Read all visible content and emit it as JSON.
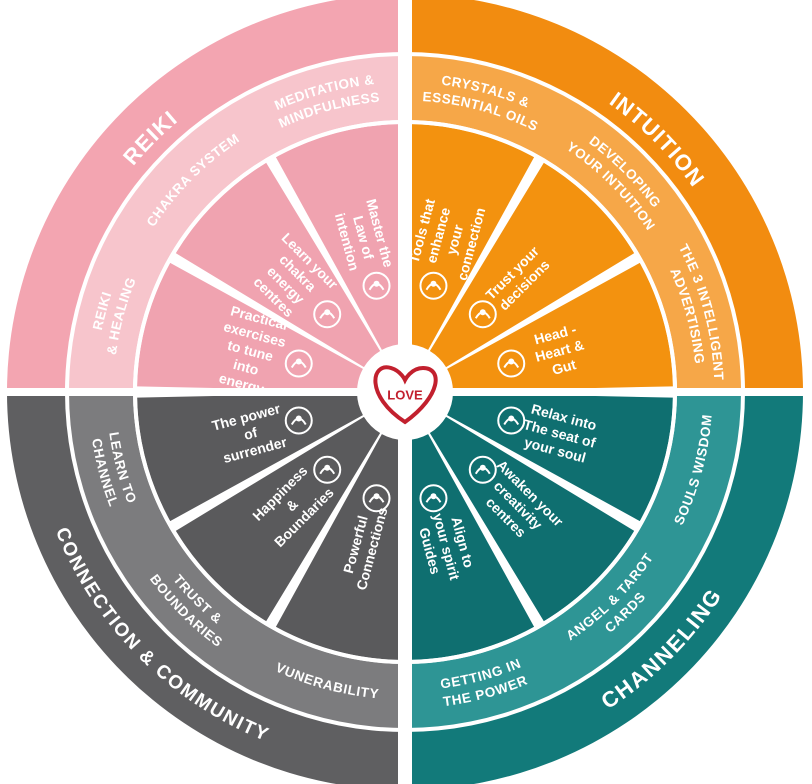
{
  "center": {
    "label": "LOVE"
  },
  "colors": {
    "quadrants": [
      "#f3a5b1",
      "#f28c10",
      "#127a7a",
      "#5f5f61"
    ],
    "rings": [
      "#f7c5cc",
      "#f6a748",
      "#2e9595",
      "#7c7c7e"
    ],
    "wedges": [
      "#f0a3b0",
      "#f3920f",
      "#0f6f70",
      "#5a5a5c"
    ],
    "ringText": [
      "#f3a5b1",
      "#f28c10",
      "#127a7a",
      "#5f5f61"
    ],
    "heart": "#c2202e",
    "gap": "#ffffff"
  },
  "quadrants": [
    {
      "title": "REIKI",
      "segments": [
        {
          "label": "REIKI\n& HEALING",
          "text": "Practical\nexercises\nto tune\ninto\nenergy",
          "icon": "energy-waves-icon"
        },
        {
          "label": "CHAKRA SYSTEM",
          "text": "Learn your\nchakra\nenergy\ncentres",
          "icon": "chakra-hand-icon"
        },
        {
          "label": "MEDITATION &\nMINDFULNESS",
          "text": "Master the\nLaw of\nintention",
          "icon": "intention-hands-icon"
        }
      ]
    },
    {
      "title": "INTUITION",
      "segments": [
        {
          "label": "CRYSTALS &\nESSENTIAL OILS",
          "text": "Tools that\nenhance\nyour\nconnection",
          "icon": "growth-chart-icon"
        },
        {
          "label": "DEVELOPING\nYOUR INTUITION",
          "text": "Trust your\ndecisions",
          "icon": "support-hand-icon"
        },
        {
          "label": "THE 3 INTELLIGENT\nADVERTISING",
          "text": "Head -\nHeart &\nGut",
          "icon": "cycle-icon"
        }
      ]
    },
    {
      "title": "CHANNELING",
      "segments": [
        {
          "label": "SOULS WISDOM",
          "text": "Relax into\nThe seat of\nyour soul",
          "icon": "soul-hand-icon"
        },
        {
          "label": "ANGEL & TAROT\nCARDS",
          "text": "Awaken your\ncreativity\ncentres",
          "icon": "creativity-heads-icon"
        },
        {
          "label": "GETTING IN\nTHE POWER",
          "text": "Align to\nyour spirit\nGuides",
          "icon": "spirit-guide-icon"
        }
      ]
    },
    {
      "title": "CONNECTION & COMMUNITY",
      "segments": [
        {
          "label": "VUNERABILITY",
          "text": "Powerful\nConnections",
          "icon": "connection-cycle-icon"
        },
        {
          "label": "TRUST &\nBOUNDARIES",
          "text": "Happiness\n&\nBoundaries",
          "icon": "handshake-icon"
        },
        {
          "label": "LEARN TO\nCHANNEL",
          "text": "The power\nof\nsurrender",
          "icon": "people-group-icon"
        }
      ]
    }
  ]
}
